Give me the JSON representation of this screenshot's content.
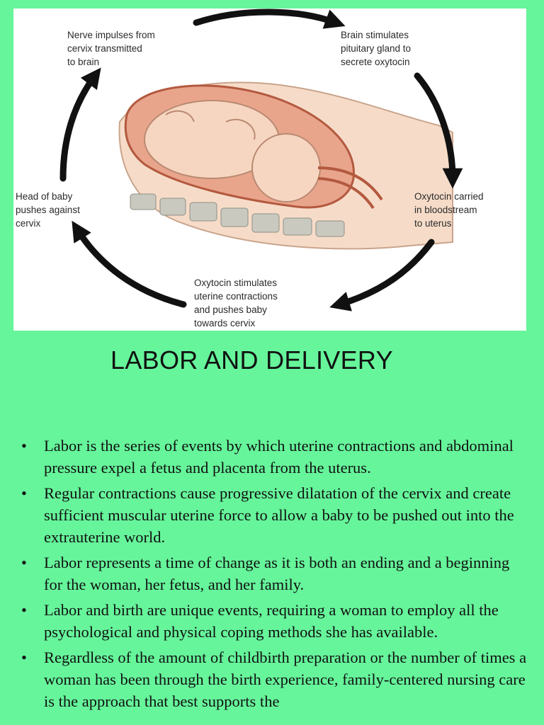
{
  "figure": {
    "labels": {
      "top_left": "Nerve impulses from\ncervix transmitted\nto brain",
      "top_right": "Brain stimulates\npituitary gland to\nsecrete oxytocin",
      "right": "Oxytocin carried\nin bloodstream\nto uterus",
      "bottom": "Oxytocin stimulates\nuterine contractions\nand pushes baby\ntowards cervix",
      "left": "Head of baby\npushes against\ncervix"
    }
  },
  "title": "LABOR AND DELIVERY",
  "bullet_symbol": "•",
  "bullets": [
    "Labor is the series of events by which uterine contractions and abdominal pressure expel a fetus and placenta from the uterus.",
    "Regular contractions cause progressive dilatation of the cervix and create sufficient muscular uterine force to allow a baby to be pushed out into the extrauterine world.",
    "Labor represents a time of change as it is both an ending and a beginning for the woman, her fetus, and her family.",
    "Labor and birth are unique events, requiring a woman to employ all the psychological and physical coping methods she has available.",
    "Regardless of the amount of childbirth preparation or the number of times a woman has been through the birth experience, family-centered nursing care is the approach that best supports the"
  ]
}
